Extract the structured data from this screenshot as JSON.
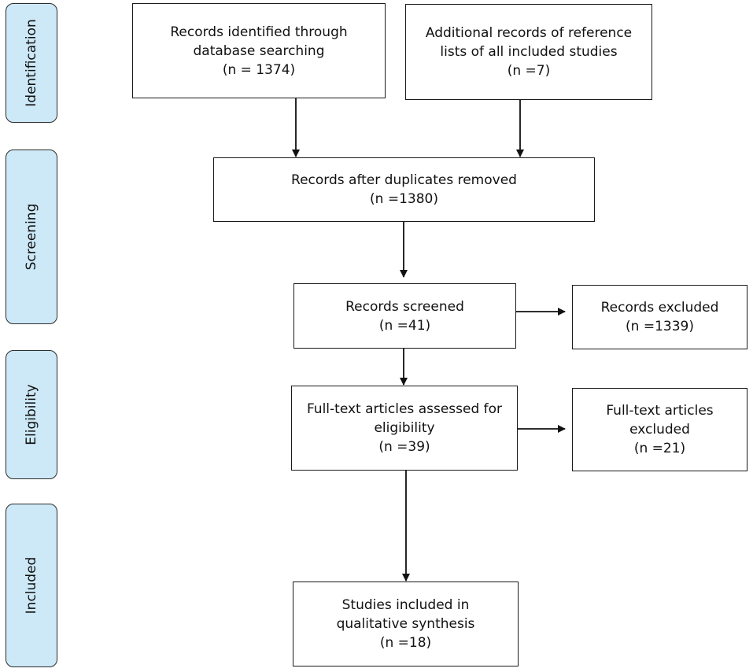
{
  "stages": {
    "identification": "Identification",
    "screening": "Screening",
    "eligibility": "Eligibility",
    "included": "Included"
  },
  "boxes": {
    "database_records": {
      "line1": "Records identified through",
      "line2": "database searching",
      "count": "(n = 1374)"
    },
    "additional_records": {
      "line1": "Additional records of reference",
      "line2": "lists of all included studies",
      "count": "(n =7)"
    },
    "duplicates_removed": {
      "line1": "Records after duplicates removed",
      "count": "(n =1380)"
    },
    "records_screened": {
      "line1": "Records screened",
      "count": "(n =41)"
    },
    "records_excluded": {
      "line1": "Records excluded",
      "count": "(n =1339)"
    },
    "fulltext_assessed": {
      "line1": "Full-text articles assessed for",
      "line2": "eligibility",
      "count": "(n =39)"
    },
    "fulltext_excluded": {
      "line1": "Full-text articles",
      "line2": "excluded",
      "count": "(n =21)"
    },
    "studies_included": {
      "line1": "Studies included in",
      "line2": "qualitative synthesis",
      "count": "(n =18)"
    }
  },
  "colors": {
    "stage_fill": "#cde9f7",
    "stroke": "#1a1a1a"
  }
}
